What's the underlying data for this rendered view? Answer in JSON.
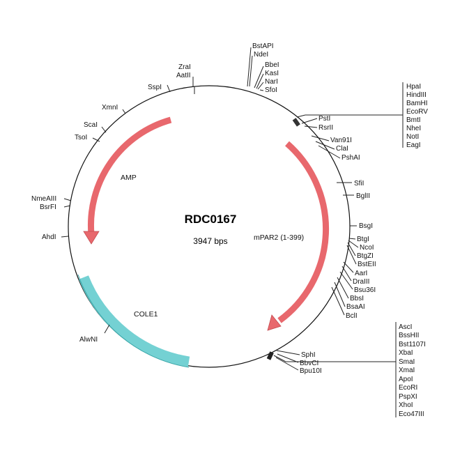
{
  "plasmid": {
    "name": "RDC0167",
    "size_label": "3947 bps"
  },
  "features": {
    "amp": {
      "label": "AMP",
      "color": "#e8686d"
    },
    "mpar2": {
      "label": "mPAR2 (1-399)",
      "color": "#e8686d"
    },
    "cole1": {
      "label": "COLE1",
      "color": "#74d1d3"
    }
  },
  "sites": {
    "bstapi": "BstAPI",
    "ndei": "NdeI",
    "bbei": "BbeI",
    "kasi": "KasI",
    "nari": "NarI",
    "sfoi": "SfoI",
    "zrai": "ZraI",
    "aatii": "AatII",
    "sspi": "SspI",
    "xmni": "XmnI",
    "scai": "ScaI",
    "tsoi": "TsoI",
    "nmeaiii": "NmeAIII",
    "bsrfi": "BsrFI",
    "ahdi": "AhdI",
    "alwni": "AlwNI",
    "psti": "PstI",
    "rsrii": "RsrII",
    "van91i": "Van91I",
    "clai": "ClaI",
    "pshai": "PshAI",
    "sfii": "SfiI",
    "bglii": "BglII",
    "bsgi": "BsgI",
    "btgi": "BtgI",
    "ncoi": "NcoI",
    "btgzi": "BtgZI",
    "bsteii": "BstEII",
    "aari": "AarI",
    "draiii": "DraIII",
    "bsu36i": "Bsu36I",
    "bbsi": "BbsI",
    "bsaai": "BsaAI",
    "bcli": "BclI",
    "sphi": "SphI",
    "bbvci": "BbvCI",
    "bpu10i": "Bpu10I"
  },
  "mcs_top": [
    "HpaI",
    "HindIII",
    "BamHI",
    "EcoRV",
    "BmtI",
    "NheI",
    "NotI",
    "EagI"
  ],
  "mcs_bottom": [
    "AscI",
    "BssHII",
    "Bst1107I",
    "XbaI",
    "SmaI",
    "XmaI",
    "ApoI",
    "EcoRI",
    "PspXI",
    "XhoI",
    "Eco47III"
  ]
}
